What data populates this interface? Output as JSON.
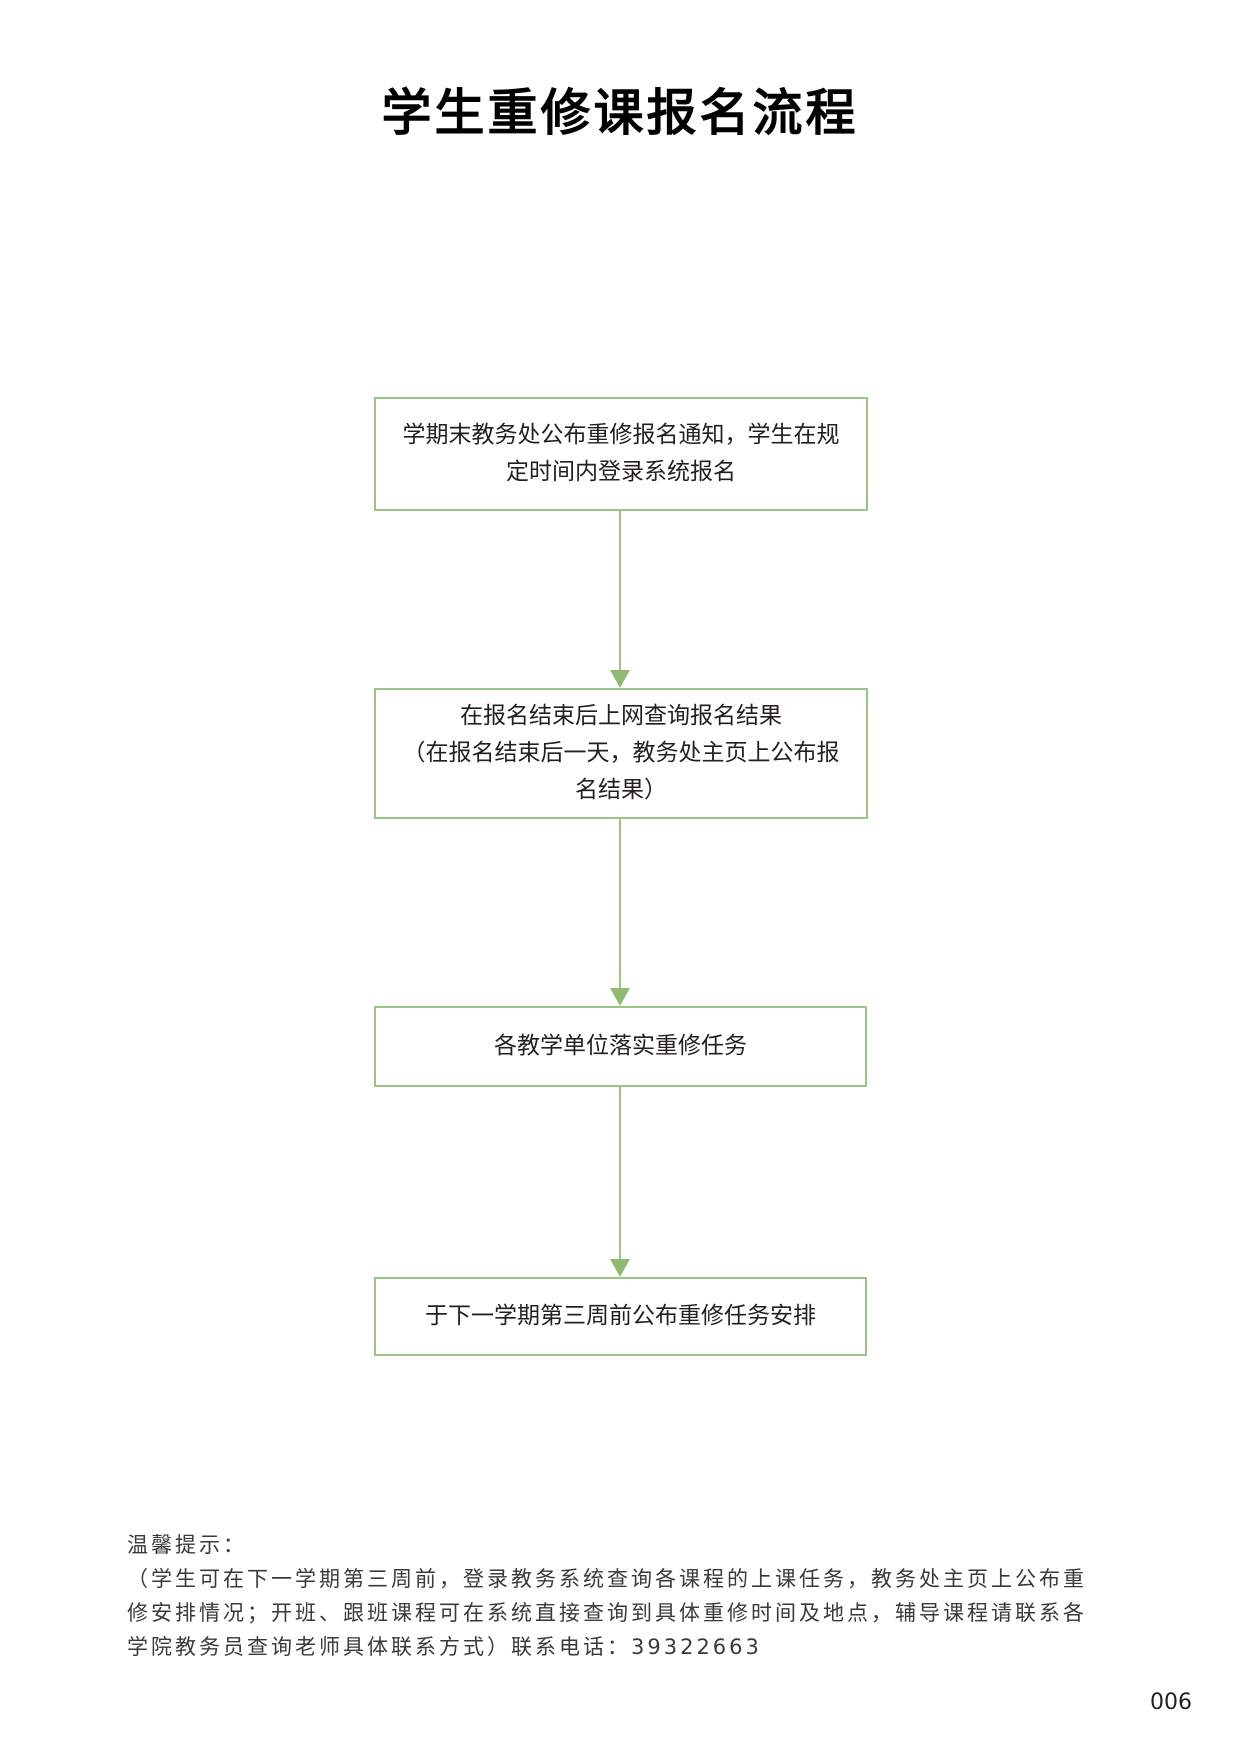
{
  "title": "学生重修课报名流程",
  "flow": {
    "steps": [
      {
        "text": "学期末教务处公布重修报名通知，学生在规\n定时间内登录系统报名"
      },
      {
        "text": "在报名结束后上网查询报名结果\n（在报名结束后一天，教务处主页上公布报\n名结果）"
      },
      {
        "text": "各教学单位落实重修任务"
      },
      {
        "text": "于下一学期第三周前公布重修任务安排"
      }
    ],
    "colors": {
      "border": "#9cc485",
      "arrow": "#8fba6f"
    }
  },
  "tips": {
    "heading": "温馨提示：",
    "lines": [
      "（学生可在下一学期第三周前，登录教务系统查询各课程的上课任务，教务处主页上公布重",
      "修安排情况；开班、跟班课程可在系统直接查询到具体重修时间及地点，辅导课程请联系各",
      "学院教务员查询老师具体联系方式）联系电话：39322663"
    ]
  },
  "page_number": "006"
}
